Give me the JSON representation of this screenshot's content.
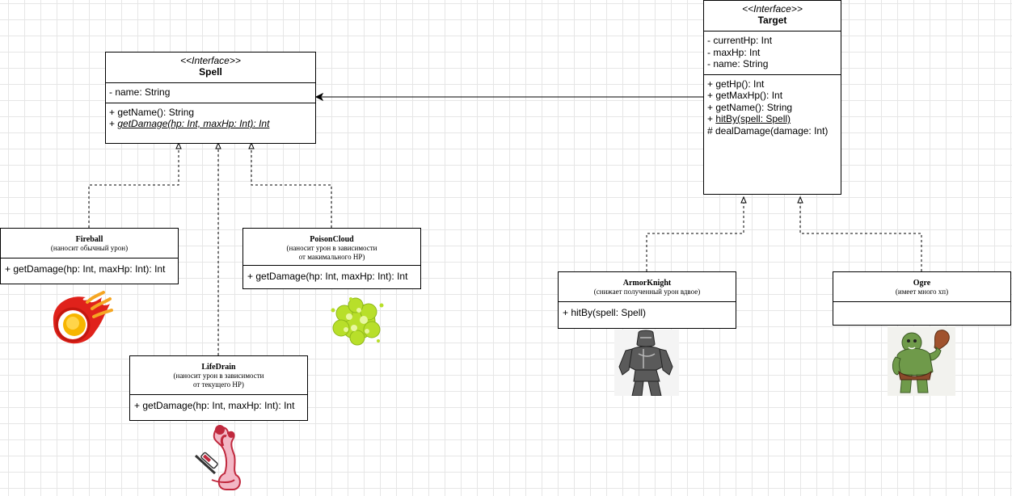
{
  "spell": {
    "stereotype": "<<Interface>>",
    "name": "Spell",
    "attributes": [
      "- name: String"
    ],
    "operations": [
      "+ getName(): String",
      "+ getDamage(hp: Int, maxHp: Int): Int"
    ]
  },
  "target": {
    "stereotype": "<<Interface>>",
    "name": "Target",
    "attributes": [
      "- currentHp: Int",
      "- maxHp: Int",
      "- name: String"
    ],
    "operations": [
      "+ getHp(): Int",
      "+ getMaxHp(): Int",
      "+ getName(): String",
      "+ hitBy(spell: Spell)",
      "# dealDamage(damage: Int)"
    ]
  },
  "fireball": {
    "name": "Fireball",
    "desc": "(наносит обычный урон)",
    "op": "+ getDamage(hp: Int, maxHp: Int): Int"
  },
  "poisoncloud": {
    "name": "PoisonCloud",
    "desc1": "(наносит урон в зависимости",
    "desc2": "от макимального HP)",
    "op": "+ getDamage(hp: Int, maxHp: Int): Int"
  },
  "lifedrain": {
    "name": "LifeDrain",
    "desc1": "(наносит урон в зависимости",
    "desc2": "от текущего HP)",
    "op": "+ getDamage(hp: Int, maxHp: Int): Int"
  },
  "armorknight": {
    "name": "ArmorKnight",
    "desc": "(снижает полученный урон вдвое)",
    "op": "+ hitBy(spell: Spell)"
  },
  "ogre": {
    "name": "Ogre",
    "desc": "(имеет много хп)"
  }
}
